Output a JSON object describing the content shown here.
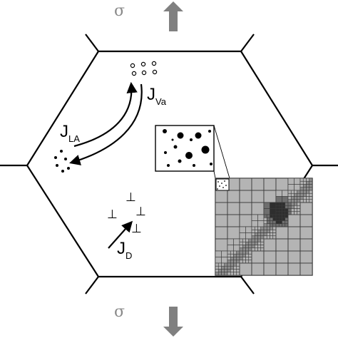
{
  "stress": {
    "symbol": "σ",
    "arrow_color": "#808080"
  },
  "fluxes": {
    "vacancy": {
      "main": "J",
      "sub": "Va"
    },
    "loop_absorption": {
      "main": "J",
      "sub": "LA"
    },
    "dislocation": {
      "main": "J",
      "sub": "D"
    }
  },
  "dislocation_symbol": "⊥",
  "colors": {
    "grain_boundary": "#000000",
    "mesh_fill": "#b4b4b4",
    "mesh_dark": "#2e2e2e",
    "mesh_mid": "#6e6e6e",
    "mesh_light": "#8e8e8e"
  },
  "mesh": {
    "base_divisions": 8,
    "dark_band_description_hidden": true
  }
}
